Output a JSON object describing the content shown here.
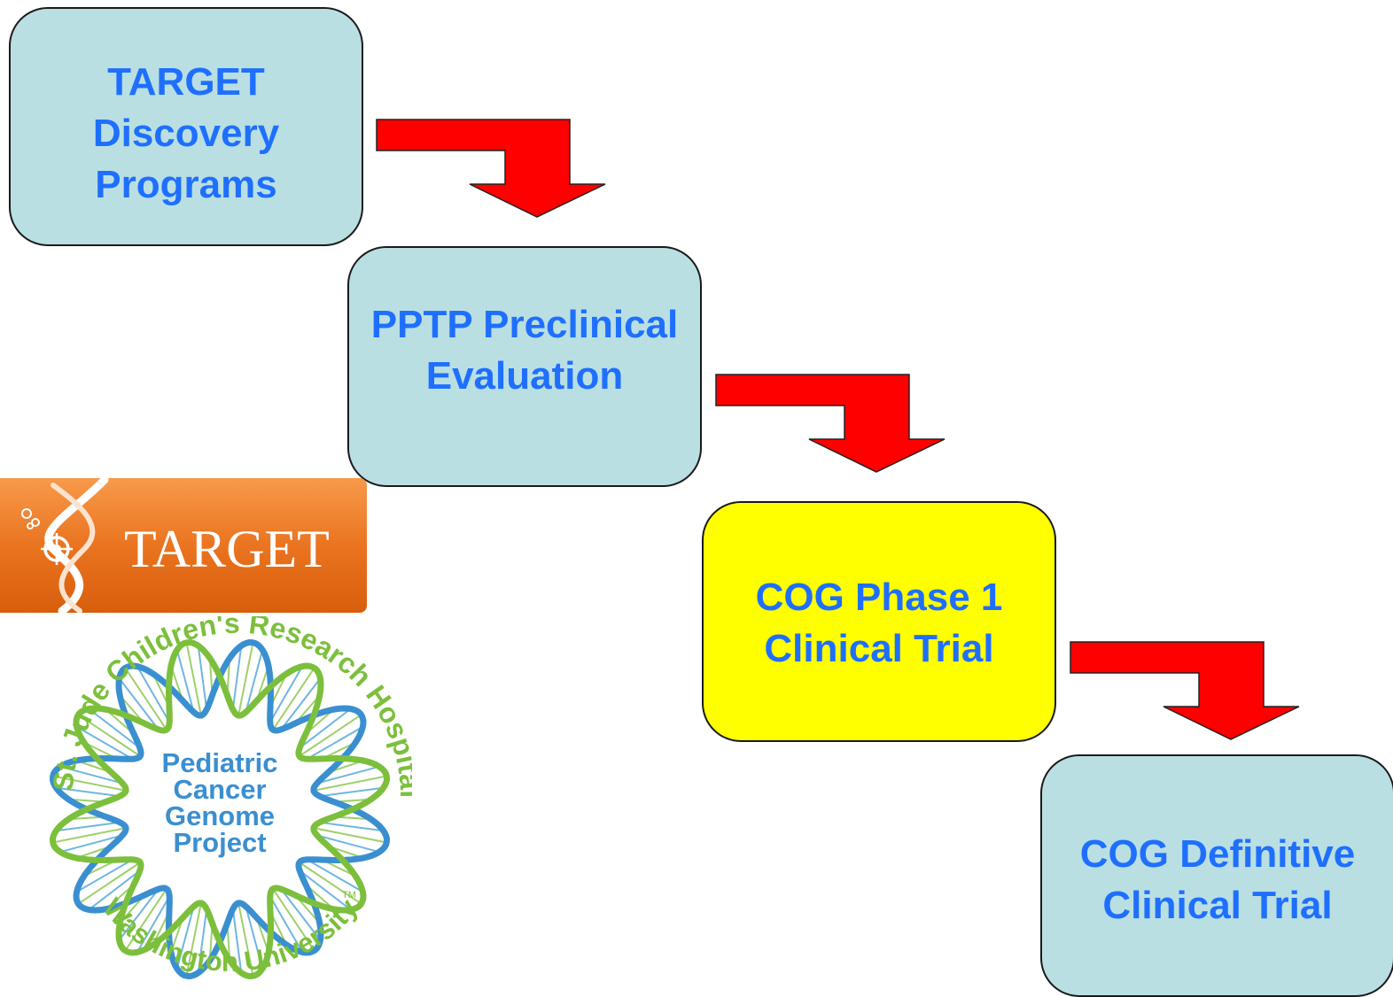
{
  "colors": {
    "box_teal": "#b9dfe2",
    "box_yellow": "#ffff00",
    "text_blue": "#1f6fff",
    "arrow_red": "#ff0000",
    "border": "#1a1a1a"
  },
  "steps": [
    {
      "label": "TARGET\nDiscovery\nPrograms",
      "fill": "teal"
    },
    {
      "label": "PPTP Preclinical\nEvaluation",
      "fill": "teal"
    },
    {
      "label": "COG Phase 1\nClinical Trial",
      "fill": "yellow"
    },
    {
      "label": "COG Definitive\nClinical Trial",
      "fill": "teal"
    }
  ],
  "logos": {
    "target": {
      "wordmark": "TARGET"
    },
    "stjude": {
      "arc_top": "St. Jude Children's Research Hospital",
      "arc_bottom": "Washington University",
      "center_lines": [
        "Pediatric",
        "Cancer",
        "Genome",
        "Project"
      ],
      "trademark": "TM"
    }
  }
}
